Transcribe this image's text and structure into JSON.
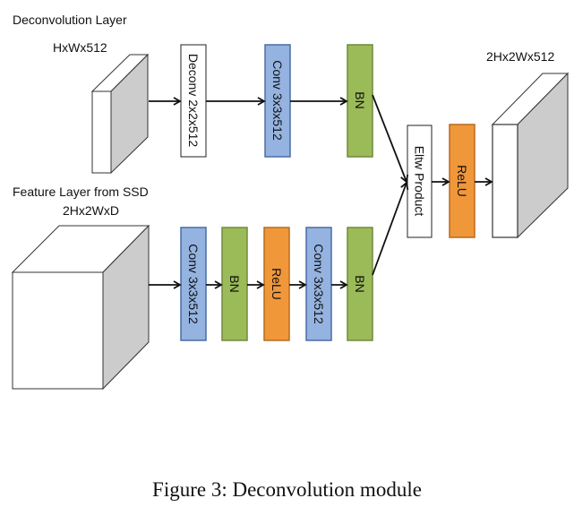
{
  "colors": {
    "conv": "#95b3e0",
    "conv_border": "#4a6da5",
    "bn": "#9bbb59",
    "bn_border": "#6f8a3a",
    "relu": "#f0973a",
    "relu_border": "#b96a1f",
    "plain": "#ffffff",
    "plain_border": "#222222",
    "cube_side": "#cccccc",
    "arrow": "#111111"
  },
  "labels": {
    "deconv_layer": "Deconvolution Layer",
    "deconv_input_dims": "HxWx512",
    "feature_layer": "Feature Layer from SSD",
    "feature_dims": "2Hx2WxD",
    "output_dims": "2Hx2Wx512"
  },
  "top_path": [
    {
      "id": "deconv",
      "label": "Deconv 2x2x512",
      "type": "plain"
    },
    {
      "id": "conv",
      "label": "Conv 3x3x512",
      "type": "conv"
    },
    {
      "id": "bn",
      "label": "BN",
      "type": "bn"
    }
  ],
  "bottom_path": [
    {
      "id": "conv1",
      "label": "Conv 3x3x512",
      "type": "conv"
    },
    {
      "id": "bn1",
      "label": "BN",
      "type": "bn"
    },
    {
      "id": "relu",
      "label": "ReLU",
      "type": "relu"
    },
    {
      "id": "conv2",
      "label": "Conv 3x3x512",
      "type": "conv"
    },
    {
      "id": "bn2",
      "label": "BN",
      "type": "bn"
    }
  ],
  "merge": [
    {
      "id": "eltw",
      "label": "Eltw Product",
      "type": "plain"
    },
    {
      "id": "relu_out",
      "label": "ReLU",
      "type": "relu"
    }
  ],
  "caption": "Figure 3: Deconvolution module"
}
